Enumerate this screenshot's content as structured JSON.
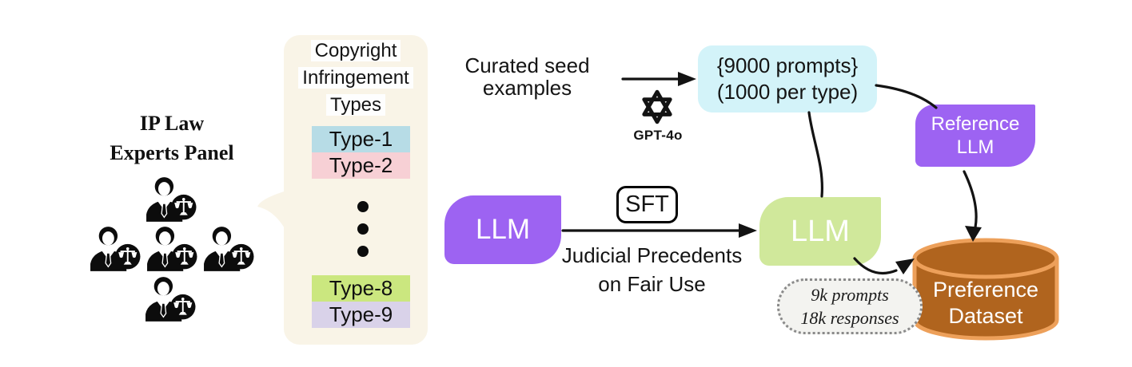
{
  "experts": {
    "title_line1": "IP Law",
    "title_line2": "Experts Panel"
  },
  "types_panel": {
    "header_line1": "Copyright",
    "header_line2": "Infringement",
    "header_line3": "Types",
    "rows": [
      {
        "label": "Type-1",
        "color": "#b7dce6"
      },
      {
        "label": "Type-2",
        "color": "#f7d0d5"
      },
      {
        "label": "Type-8",
        "color": "#cbe77f"
      },
      {
        "label": "Type-9",
        "color": "#d9d2e9"
      }
    ],
    "panel_color": "#f9f4e7"
  },
  "seed": {
    "line1": "Curated seed",
    "line2": "examples"
  },
  "gpt": {
    "label": "GPT-4o"
  },
  "prompts": {
    "line1": "{9000 prompts}",
    "line2": "(1000 per type)",
    "color": "#d3f3f9"
  },
  "llm_base": {
    "label": "LLM",
    "color": "#9d63f2"
  },
  "sft": {
    "label": "SFT"
  },
  "sft_caption": {
    "line1": "Judicial Precedents",
    "line2": "on Fair Use"
  },
  "llm_tuned": {
    "label": "LLM",
    "color": "#d0e89b"
  },
  "reference_llm": {
    "line1": "Reference",
    "line2": "LLM",
    "color": "#9d63f2"
  },
  "stats": {
    "line1": "9k prompts",
    "line2": "18k responses"
  },
  "dataset": {
    "line1": "Preference",
    "line2": "Dataset",
    "fill": "#b0641e",
    "stroke": "#eda05a"
  }
}
